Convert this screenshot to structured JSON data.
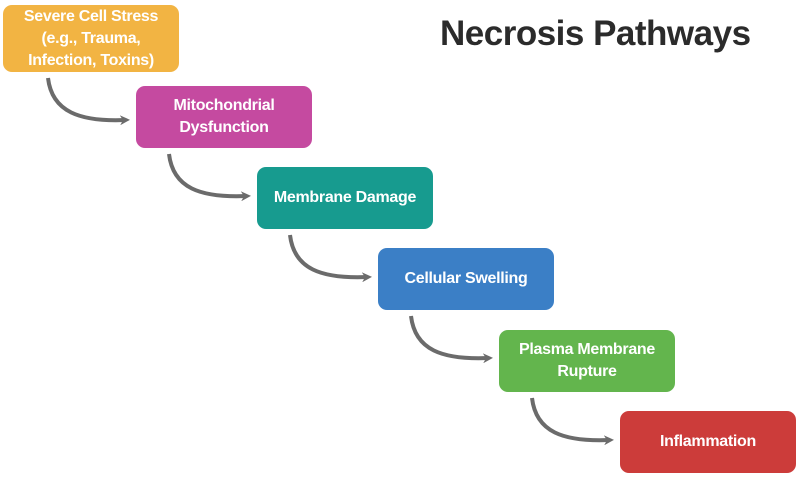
{
  "title": "Necrosis Pathways",
  "steps": [
    {
      "label": "Severe Cell Stress\n(e.g., Trauma,\nInfection, Toxins)",
      "color": "#f2b443"
    },
    {
      "label": "Mitochondrial\nDysfunction",
      "color": "#c54aa0"
    },
    {
      "label": "Membrane Damage",
      "color": "#179b8f"
    },
    {
      "label": "Cellular Swelling",
      "color": "#3b7fc6"
    },
    {
      "label": "Plasma Membrane\nRupture",
      "color": "#63b54d"
    },
    {
      "label": "Inflammation",
      "color": "#cc3c3a"
    }
  ],
  "arrow_color": "#6b6b6b"
}
